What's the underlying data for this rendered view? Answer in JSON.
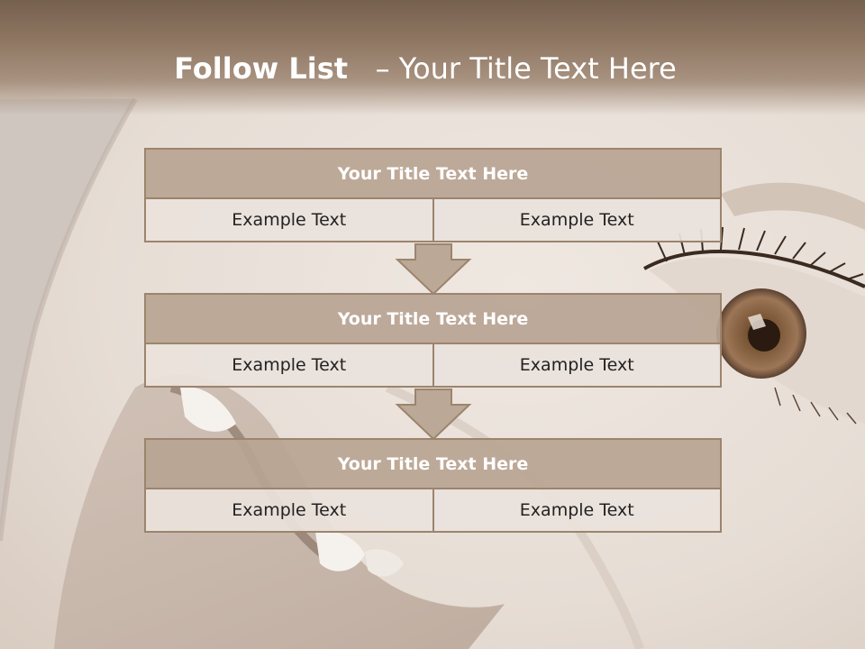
{
  "slide": {
    "title_bold": "Follow List",
    "title_rest": "– Your Title Text Here"
  },
  "blocks": [
    {
      "title": "Your Title Text Here",
      "cells": [
        "Example Text",
        "Example Text"
      ]
    },
    {
      "title": "Your Title Text Here",
      "cells": [
        "Example Text",
        "Example Text"
      ]
    },
    {
      "title": "Your Title Text Here",
      "cells": [
        "Example Text",
        "Example Text"
      ]
    }
  ],
  "colors": {
    "header_fill": "#b8a492",
    "border": "#9c846e",
    "cell_fill": "#e9e2dc",
    "title_band": "#8e7662"
  },
  "icons": [
    "down-arrow-icon",
    "down-arrow-icon"
  ]
}
